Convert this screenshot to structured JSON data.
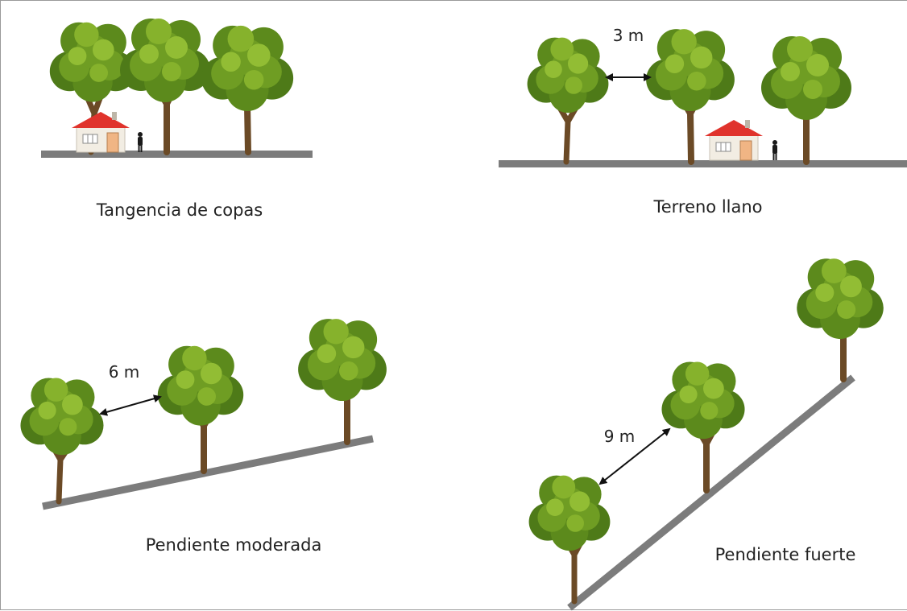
{
  "panels": {
    "canopy_tangency": {
      "caption": "Tangencia de copas"
    },
    "flat_terrain": {
      "caption": "Terreno llano",
      "spacing": "3 m"
    },
    "moderate_slope": {
      "caption": "Pendiente moderada",
      "spacing": "6 m"
    },
    "steep_slope": {
      "caption": "Pendiente fuerte",
      "spacing": "9 m"
    }
  },
  "colors": {
    "ground": "#7c7c7c",
    "trunk": "#6b4a26",
    "foliage_dark": "#4e7a18",
    "foliage_mid": "#6f9d23",
    "foliage_light": "#92bd34",
    "roof": "#e0332c",
    "wall": "#f2ede3",
    "door": "#f0b584"
  },
  "icons": [
    "tree-icon",
    "house-icon",
    "person-icon",
    "double-arrow-icon"
  ]
}
